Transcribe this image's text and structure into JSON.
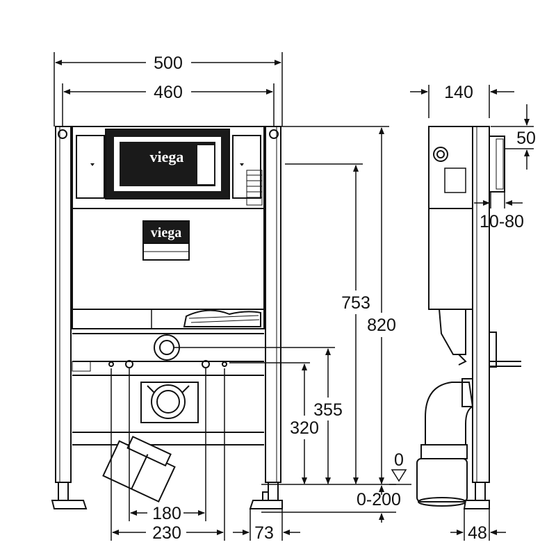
{
  "dimensions": {
    "width_outer": "500",
    "width_inner": "460",
    "depth": "140",
    "top_offset": "50",
    "adjust_depth": "10-80",
    "height_actuator": "753",
    "height_total": "820",
    "height_pipe_outer": "355",
    "height_pipe_inner": "320",
    "spacing_inner": "180",
    "spacing_outer": "230",
    "foot_width": "73",
    "floor_level": "0",
    "foot_adjust": "0-200",
    "foot_depth": "48"
  },
  "branding": {
    "logo_top": "viega",
    "logo_mid": "viega"
  },
  "colors": {
    "line": "#111111",
    "frame_fill": "#ffffff",
    "panel_fill": "#1a1a1a"
  },
  "icons": [
    "floor-level-triangle-icon"
  ]
}
